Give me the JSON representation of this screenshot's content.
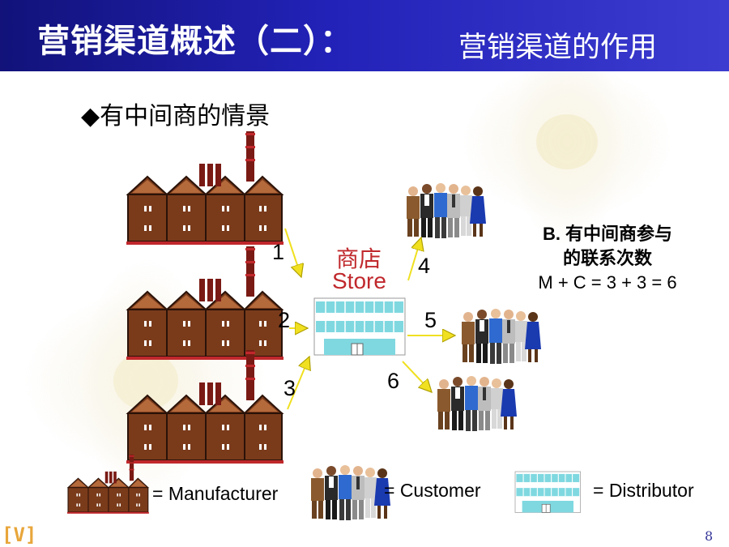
{
  "header": {
    "title": "营销渠道概述（二）：",
    "subtitle": "营销渠道的作用"
  },
  "section_heading": "◆有中间商的情景",
  "store": {
    "label_cn": "商店",
    "label_en": "Store"
  },
  "arrows": [
    "1",
    "2",
    "3",
    "4",
    "5",
    "6"
  ],
  "note": {
    "line1": "B. 有中间商参与",
    "line2": "的联系次数",
    "line3": "M + C = 3 + 3 = 6"
  },
  "legend": {
    "manufacturer": "= Manufacturer",
    "customer": "= Customer",
    "distributor": "= Distributor"
  },
  "logo": "[V]",
  "page_number": "8",
  "colors": {
    "header": "#2222b8",
    "factory_brick": "#7a3b1b",
    "store_label": "#c0282c",
    "arrow": "#f0e020",
    "building": "#7fd8e0"
  }
}
